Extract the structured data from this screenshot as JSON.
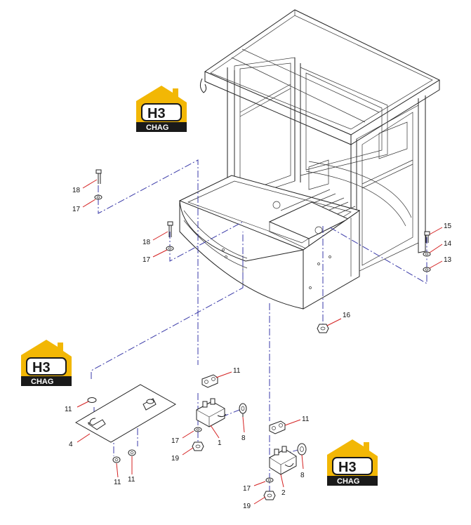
{
  "logo": {
    "mark": "H3",
    "brand": "CHAG",
    "brand_color": "#f2b705",
    "dark_color": "#1a1a1a"
  },
  "callouts": [
    {
      "id": "c18a",
      "label": "18"
    },
    {
      "id": "c17a",
      "label": "17"
    },
    {
      "id": "c18b",
      "label": "18"
    },
    {
      "id": "c17b",
      "label": "17"
    },
    {
      "id": "c15",
      "label": "15"
    },
    {
      "id": "c14",
      "label": "14"
    },
    {
      "id": "c13",
      "label": "13"
    },
    {
      "id": "c16",
      "label": "16"
    },
    {
      "id": "c11a",
      "label": "11"
    },
    {
      "id": "c11b",
      "label": "11"
    },
    {
      "id": "c4",
      "label": "4"
    },
    {
      "id": "c1",
      "label": "1"
    },
    {
      "id": "c8a",
      "label": "8"
    },
    {
      "id": "c17c",
      "label": "17"
    },
    {
      "id": "c19a",
      "label": "19"
    },
    {
      "id": "c11c",
      "label": "11"
    },
    {
      "id": "c11d",
      "label": "11"
    },
    {
      "id": "c11e",
      "label": "11"
    },
    {
      "id": "c8b",
      "label": "8"
    },
    {
      "id": "c17d",
      "label": "17"
    },
    {
      "id": "c2",
      "label": "2"
    },
    {
      "id": "c19b",
      "label": "19"
    }
  ]
}
